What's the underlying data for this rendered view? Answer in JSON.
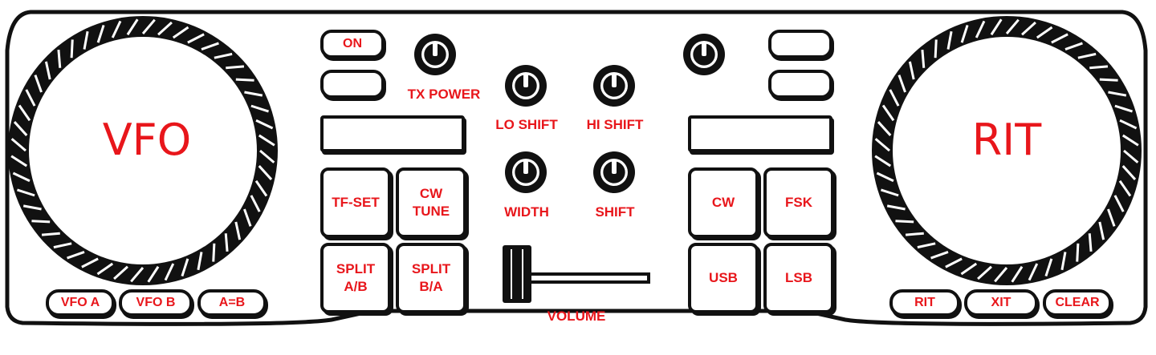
{
  "jogs": {
    "left_label": "VFO",
    "right_label": "RIT"
  },
  "left_buttons": [
    "VFO A",
    "VFO B",
    "A=B"
  ],
  "right_buttons": [
    "RIT",
    "XIT",
    "CLEAR"
  ],
  "left_deck": {
    "on_label": "ON",
    "tx_power_label": "TX POWER",
    "pads": [
      "TF-SET",
      "CW\nTUNE",
      "SPLIT\nA/B",
      "SPLIT\nB/A"
    ]
  },
  "center": {
    "knobs": [
      "LO SHIFT",
      "HI SHIFT",
      "WIDTH",
      "SHIFT"
    ],
    "volume_label": "VOLUME"
  },
  "right_deck": {
    "pads": [
      "CW",
      "FSK",
      "USB",
      "LSB"
    ]
  },
  "colors": {
    "label": "#e8161b",
    "outline": "#111111"
  }
}
